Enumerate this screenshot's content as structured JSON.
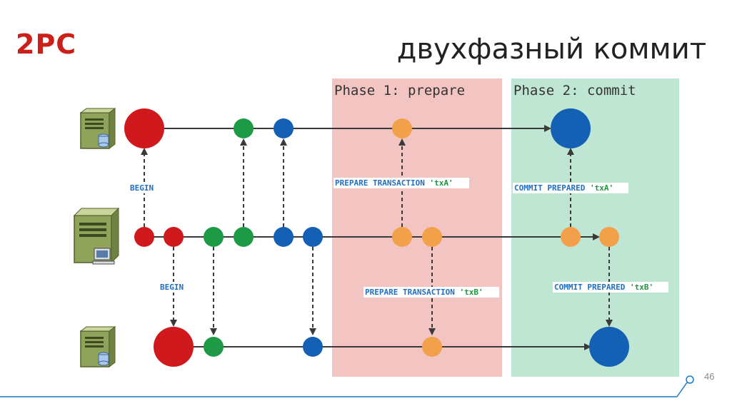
{
  "header": {
    "title": "2PC",
    "subtitle": "двухфазный коммит"
  },
  "phases": {
    "prepare": {
      "title": "Phase 1: prepare",
      "color": "#f2c4c2"
    },
    "commit": {
      "title": "Phase 2: commit",
      "color": "#bfe6d3"
    }
  },
  "servers": [
    {
      "name": "server-icon",
      "role": "top-node"
    },
    {
      "name": "workstation-icon",
      "role": "coordinator"
    },
    {
      "name": "server-icon",
      "role": "bottom-node"
    }
  ],
  "labels": {
    "begin_top": "BEGIN",
    "begin_bottom": "BEGIN",
    "prepare_a": {
      "kw": "PREPARE TRANSACTION ",
      "str": "'txA'"
    },
    "prepare_b": {
      "kw": "PREPARE TRANSACTION ",
      "str": "'txB'"
    },
    "commit_a": {
      "kw": "COMMIT PREPARED ",
      "str": "'txA'"
    },
    "commit_b": {
      "kw": "COMMIT PREPARED ",
      "str": "'txB'"
    }
  },
  "colors": {
    "begin": "#d0191c",
    "statement_1": "#1e9a46",
    "statement_2": "#1360b5",
    "prepare": "#f3a04a",
    "commit": "#1360b5",
    "line": "#3a3a3a",
    "accent": "#1a7ac7"
  },
  "footer": {
    "page_number": "46"
  }
}
